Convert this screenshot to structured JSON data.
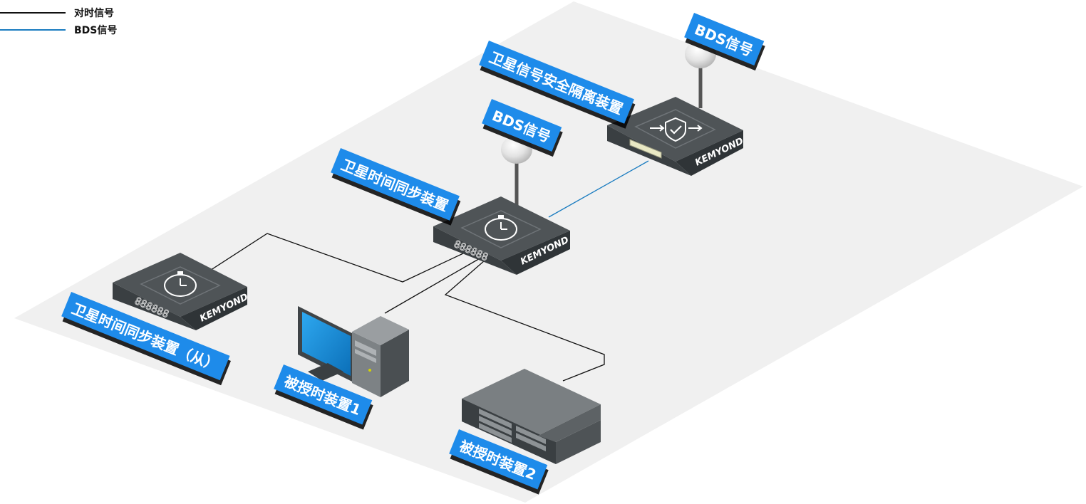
{
  "legend": {
    "items": [
      {
        "label": "对时信号",
        "color": "#111111"
      },
      {
        "label": "BDS信号",
        "color": "#1a7cc0"
      }
    ]
  },
  "devices": {
    "isolation": {
      "label": "卫星信号安全隔离装置",
      "antenna_label": "BDS信号",
      "brand": "KEMYOND"
    },
    "master": {
      "label": "卫星时间同步装置",
      "antenna_label": "BDS信号",
      "brand": "KEMYOND",
      "display": "888888"
    },
    "slave": {
      "label": "卫星时间同步装置（从）",
      "brand": "KEMYOND",
      "display": "888888"
    },
    "client1": {
      "label": "被授时装置1"
    },
    "client2": {
      "label": "被授时装置2"
    }
  },
  "colors": {
    "tag": "#1e8bea",
    "floor": "#f0f0f0",
    "device_top": "#4f5457",
    "device_side": "#3a3f42",
    "timing_line": "#111111",
    "bds_line": "#1a7cc0"
  }
}
